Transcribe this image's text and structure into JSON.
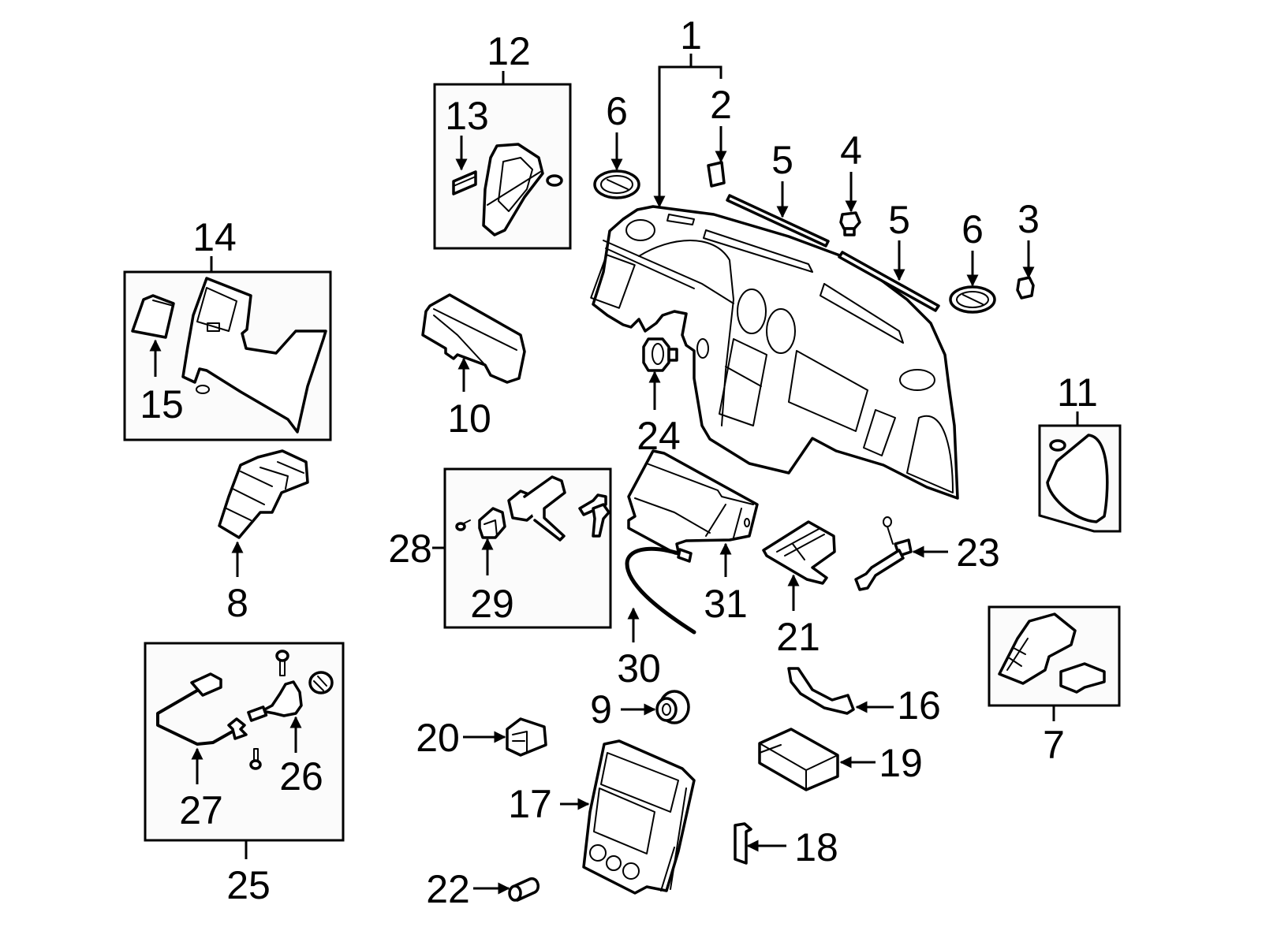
{
  "diagram": {
    "title": "Instrument panel components exploded view",
    "style": {
      "line_color": "#000000",
      "background": "#ffffff",
      "group_box_fill": "#fbfbfb"
    },
    "callouts": [
      {
        "id": "1",
        "label": "1",
        "part": "instrument-panel",
        "kind": "bracket"
      },
      {
        "id": "2",
        "label": "2",
        "part": "clip",
        "kind": "arrow"
      },
      {
        "id": "3",
        "label": "3",
        "part": "clip-right",
        "kind": "arrow"
      },
      {
        "id": "4",
        "label": "4",
        "part": "retainer",
        "kind": "arrow"
      },
      {
        "id": "5a",
        "label": "5",
        "part": "defroster-grille-left",
        "kind": "arrow"
      },
      {
        "id": "5b",
        "label": "5",
        "part": "defroster-grille-right",
        "kind": "arrow"
      },
      {
        "id": "6a",
        "label": "6",
        "part": "side-vent-left",
        "kind": "arrow"
      },
      {
        "id": "6b",
        "label": "6",
        "part": "side-vent-right",
        "kind": "arrow"
      },
      {
        "id": "7",
        "label": "7",
        "part": "switch-assembly-group",
        "kind": "box"
      },
      {
        "id": "8",
        "label": "8",
        "part": "switch-panel",
        "kind": "arrow"
      },
      {
        "id": "9",
        "label": "9",
        "part": "grommet",
        "kind": "arrow"
      },
      {
        "id": "10",
        "label": "10",
        "part": "cluster-bezel",
        "kind": "arrow"
      },
      {
        "id": "11",
        "label": "11",
        "part": "end-cap-group",
        "kind": "box"
      },
      {
        "id": "12",
        "label": "12",
        "part": "end-cap-left-group",
        "kind": "box"
      },
      {
        "id": "13",
        "label": "13",
        "part": "label-insert",
        "kind": "arrow"
      },
      {
        "id": "14",
        "label": "14",
        "part": "lower-panel-group",
        "kind": "box"
      },
      {
        "id": "15",
        "label": "15",
        "part": "pocket-insert",
        "kind": "arrow"
      },
      {
        "id": "16",
        "label": "16",
        "part": "bracket",
        "kind": "arrow"
      },
      {
        "id": "17",
        "label": "17",
        "part": "center-bezel",
        "kind": "arrow"
      },
      {
        "id": "18",
        "label": "18",
        "part": "clip-small",
        "kind": "arrow"
      },
      {
        "id": "19",
        "label": "19",
        "part": "storage-box",
        "kind": "arrow"
      },
      {
        "id": "20",
        "label": "20",
        "part": "hazard-switch",
        "kind": "arrow"
      },
      {
        "id": "21",
        "label": "21",
        "part": "ashtray",
        "kind": "arrow"
      },
      {
        "id": "22",
        "label": "22",
        "part": "bulb",
        "kind": "arrow"
      },
      {
        "id": "23",
        "label": "23",
        "part": "glove-box-lamp",
        "kind": "arrow"
      },
      {
        "id": "24",
        "label": "24",
        "part": "knob",
        "kind": "arrow"
      },
      {
        "id": "25",
        "label": "25",
        "part": "lamp-group",
        "kind": "box"
      },
      {
        "id": "26",
        "label": "26",
        "part": "lamp-socket",
        "kind": "arrow"
      },
      {
        "id": "27",
        "label": "27",
        "part": "wire-harness",
        "kind": "arrow"
      },
      {
        "id": "28",
        "label": "28",
        "part": "lock-cylinder-group",
        "kind": "box"
      },
      {
        "id": "29",
        "label": "29",
        "part": "lock-cylinder",
        "kind": "arrow"
      },
      {
        "id": "30",
        "label": "30",
        "part": "release-cable",
        "kind": "arrow"
      },
      {
        "id": "31",
        "label": "31",
        "part": "glove-box",
        "kind": "arrow"
      }
    ]
  }
}
